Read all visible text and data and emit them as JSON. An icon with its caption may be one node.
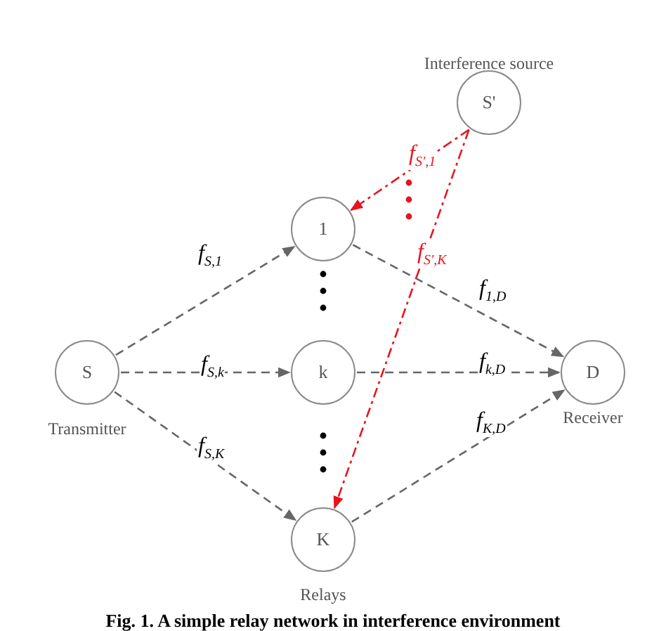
{
  "diagram": {
    "caption": "Fig. 1.  A simple relay network in interference environment",
    "nodes": [
      {
        "text": [
          "S'"
        ],
        "beside": [
          "Interference source"
        ]
      },
      {
        "text": [
          "1"
        ]
      },
      {
        "text": [
          "S"
        ],
        "beside": [
          "Transmitter"
        ]
      },
      {
        "text": [
          "k"
        ]
      },
      {
        "text": [
          "D"
        ],
        "beside": [
          "Receiver"
        ]
      },
      {
        "text": [
          "K"
        ],
        "beside": [
          "Relays"
        ]
      }
    ],
    "edges": [
      {
        "from": 0,
        "to": 1,
        "arrow": "to",
        "label": "f$_{S',1}$",
        "style": "dashed",
        "color": "#e8141b"
      },
      {
        "from": 0,
        "to": 5,
        "arrow": "to",
        "label": "f$_{S',K}$",
        "style": "dashed",
        "color": "#e8141b"
      },
      {
        "from": 2,
        "to": 1,
        "arrow": "to",
        "label": "f$_{S,1}$"
      },
      {
        "from": 2,
        "to": 3,
        "arrow": "to",
        "label": "f$_{S,k}$"
      },
      {
        "from": 2,
        "to": 5,
        "arrow": "to",
        "label": "f$_{S,K}$"
      },
      {
        "from": 1,
        "to": 4,
        "arrow": "to",
        "label": "f$_{1,D}$"
      },
      {
        "from": 3,
        "to": 4,
        "arrow": "to",
        "label": "f$_{k,D}$"
      },
      {
        "from": 5,
        "to": 4,
        "arrow": "to",
        "label": "f$_{K,D}$"
      }
    ]
  }
}
